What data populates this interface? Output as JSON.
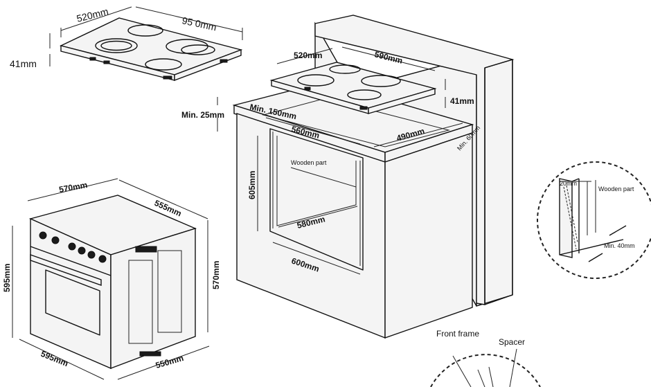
{
  "hob_top": {
    "depth": "520mm",
    "width": "95 0mm",
    "height": "41mm"
  },
  "cabinet": {
    "hob_depth": "520mm",
    "hob_width": "590mm",
    "hob_height": "41mm",
    "min_back": "Min. 150mm",
    "min_top": "Min. 25mm",
    "cutout_width": "560mm",
    "cutout_depth": "490mm",
    "min_side": "Min. 60mm",
    "wooden_part": "Wooden part",
    "niche_height": "605mm",
    "niche_depth": "580mm",
    "niche_width": "600mm"
  },
  "detail_circle": {
    "gap": "20mm",
    "wooden_part": "Wooden part",
    "min_gap": "Min. 40mm"
  },
  "oven": {
    "top_width": "570mm",
    "top_depth": "555mm",
    "front_height": "595mm",
    "side_height": "570mm",
    "front_width": "595mm",
    "bottom_depth": "550mm"
  },
  "bottom_detail": {
    "front_frame": "Front frame",
    "spacer": "Spacer"
  }
}
